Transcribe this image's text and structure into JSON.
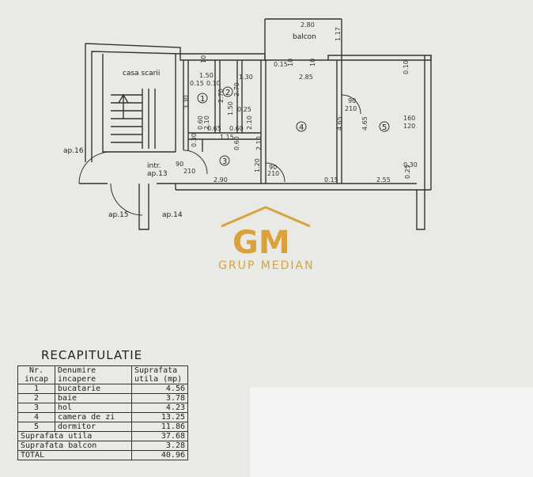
{
  "plan": {
    "rooms": [
      {
        "no": "1"
      },
      {
        "no": "2"
      },
      {
        "no": "3"
      },
      {
        "no": "4"
      },
      {
        "no": "5"
      }
    ],
    "labels": {
      "stair": "casa scarii",
      "balcony": "balcon",
      "entrance_line1": "intr.",
      "entrance_line2": "ap.13",
      "ap16": "ap.16",
      "ap15": "ap.15",
      "ap14": "ap.14"
    },
    "dimensions": {
      "balcon_w": "2.80",
      "balcon_h": "1.17",
      "r1_w": "1.50",
      "r1_h": "3.30",
      "r1_a": "0.15",
      "r1_b": "0.10",
      "r2_w": "1.30",
      "r2_h": "2.70",
      "r2_c": "2.70",
      "r4_w": "2.85",
      "r4_h": "4.65",
      "r5_h": "4.65",
      "d060a": "0.60",
      "d210a": "2.10",
      "d065": "0.65",
      "d060b": "0.60",
      "d025": "0.25",
      "d150": "1.50",
      "d115": "1.15",
      "d030": "0.30",
      "d060c": "0.60",
      "d210b": "2.10",
      "d210c": "2.10",
      "d290": "2.90",
      "d120": "1.20",
      "d015": "0.15",
      "d255": "2.55",
      "d025b": "0.25",
      "d030b": "0.30",
      "door_90a": "90",
      "door_210a": "210",
      "door_90b": "90",
      "door_210b": "210",
      "door_90c": "90",
      "door_210c": "210",
      "win_160": "160",
      "win_120": "120",
      "top_10a": "10",
      "top_10b": "10",
      "top_10c": "10",
      "top_15": "0.15",
      "top_010": "0.10"
    }
  },
  "watermark": {
    "logo": "GM",
    "name": "GRUP MEDIAN"
  },
  "recap": {
    "title": "RECAPITULATIE",
    "header": {
      "no_line1": "Nr.",
      "no_line2": "incap",
      "name_line1": "Denumire",
      "name_line2": "incapere",
      "area_line1": "Suprafata",
      "area_line2": "utila (mp)"
    },
    "rows": [
      {
        "no": "1",
        "name": "bucatarie",
        "area": "4.56"
      },
      {
        "no": "2",
        "name": "baie",
        "area": "3.78"
      },
      {
        "no": "3",
        "name": "hol",
        "area": "4.23"
      },
      {
        "no": "4",
        "name": "camera de zi",
        "area": "13.25"
      },
      {
        "no": "5",
        "name": "dormitor",
        "area": "11.86"
      }
    ],
    "totals": [
      {
        "label": "Suprafata utila",
        "value": "37.68"
      },
      {
        "label": "Suprafata balcon",
        "value": "3.28"
      },
      {
        "label": "TOTAL",
        "value": "40.96"
      }
    ]
  }
}
